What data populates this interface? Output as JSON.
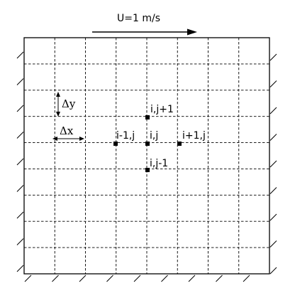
{
  "velocity_label": "U=1 m/s",
  "dy_label": "Δy",
  "dx_label": "Δx",
  "nodes": {
    "top": "i,j+1",
    "left": "i-1,j",
    "center": "i,j",
    "right": "i+1,j",
    "bottom": "i,j-1"
  },
  "grid": {
    "columns": 8,
    "rows": 9
  },
  "colors": {
    "line": "#000000",
    "background": "#ffffff"
  }
}
